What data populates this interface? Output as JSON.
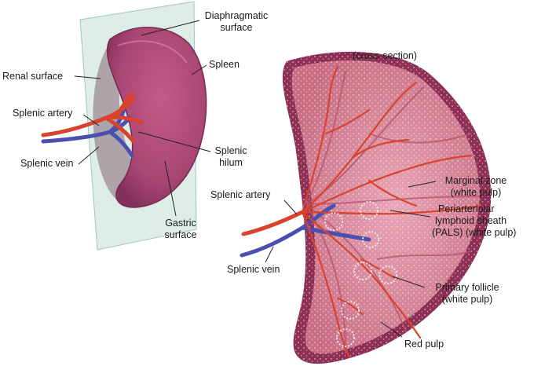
{
  "labels": {
    "diaphragmatic_surface_1": "Diaphragmatic",
    "diaphragmatic_surface_2": "surface",
    "renal_surface": "Renal surface",
    "spleen": "Spleen",
    "splenic_artery_left": "Splenic artery",
    "splenic_vein_left": "Splenic vein",
    "splenic_hilum_1": "Splenic",
    "splenic_hilum_2": "hilum",
    "gastric_surface_1": "Gastric",
    "gastric_surface_2": "surface",
    "cross_section": "(cross-section)",
    "splenic_artery_right": "Splenic artery",
    "splenic_vein_right": "Splenic vein",
    "marginal_zone_1": "Marginal zone",
    "marginal_zone_2": "(white pulp)",
    "pals_1": "Periarteriolar",
    "pals_2": "lymphoid sheath",
    "pals_3": "(PALS) (white pulp)",
    "primary_follicle_1": "Primary follicle",
    "primary_follicle_2": "(white pulp)",
    "red_pulp": "Red pulp"
  },
  "colors": {
    "spleen_surface": "#b04a73",
    "cross_section_pulp": "#c86d84",
    "capsule": "#8e2f55",
    "artery": "#d9432e",
    "vein": "#4a4fb0",
    "white_pulp": "#f3e6e8",
    "plane": "#bfe0d2"
  }
}
